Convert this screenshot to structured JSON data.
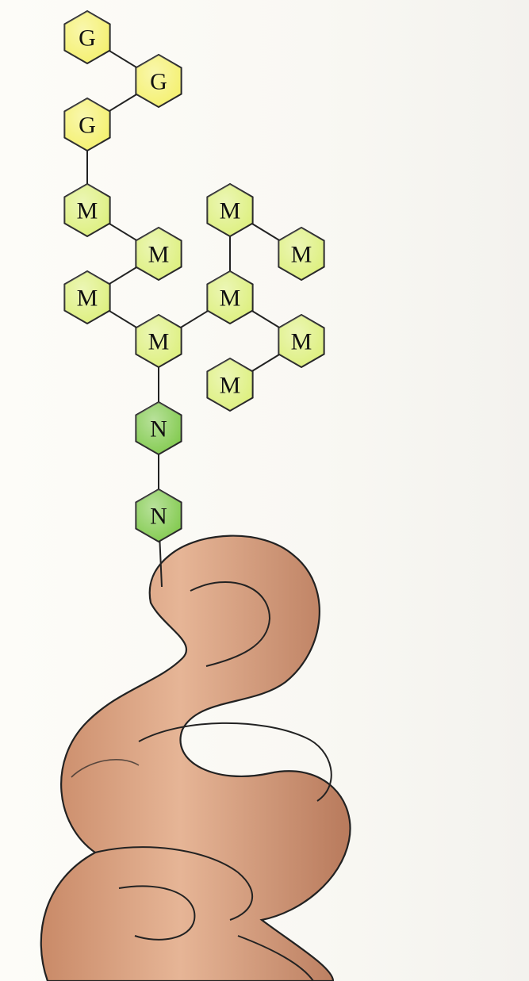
{
  "figure": {
    "colors": {
      "glucose": "#f4f06a",
      "mannose": "#dcef7a",
      "glcnac": "#7fc94a",
      "protein": "#d9a07e",
      "outline": "#222222"
    },
    "nodes": [
      {
        "id": "g1",
        "label": "G",
        "type": "glucose"
      },
      {
        "id": "g2",
        "label": "G",
        "type": "glucose"
      },
      {
        "id": "g3",
        "label": "G",
        "type": "glucose"
      },
      {
        "id": "m1",
        "label": "M",
        "type": "mannose"
      },
      {
        "id": "m2",
        "label": "M",
        "type": "mannose"
      },
      {
        "id": "m3",
        "label": "M",
        "type": "mannose"
      },
      {
        "id": "m4",
        "label": "M",
        "type": "mannose"
      },
      {
        "id": "m5",
        "label": "M",
        "type": "mannose"
      },
      {
        "id": "m6",
        "label": "M",
        "type": "mannose"
      },
      {
        "id": "m7",
        "label": "M",
        "type": "mannose"
      },
      {
        "id": "m8",
        "label": "M",
        "type": "mannose"
      },
      {
        "id": "m9",
        "label": "M",
        "type": "mannose"
      },
      {
        "id": "n1",
        "label": "N",
        "type": "glcnac"
      },
      {
        "id": "n2",
        "label": "N",
        "type": "glcnac"
      }
    ],
    "links": [
      [
        "g1",
        "g2"
      ],
      [
        "g2",
        "g3"
      ],
      [
        "g3",
        "m1"
      ],
      [
        "m1",
        "m2"
      ],
      [
        "m2",
        "m3"
      ],
      [
        "m3",
        "m5"
      ],
      [
        "m5",
        "m6"
      ],
      [
        "m6",
        "m4"
      ],
      [
        "m4",
        "m7"
      ],
      [
        "m6",
        "m8"
      ],
      [
        "m8",
        "m9"
      ],
      [
        "m5",
        "n1"
      ],
      [
        "n1",
        "n2"
      ],
      [
        "n2",
        "protein"
      ]
    ]
  }
}
